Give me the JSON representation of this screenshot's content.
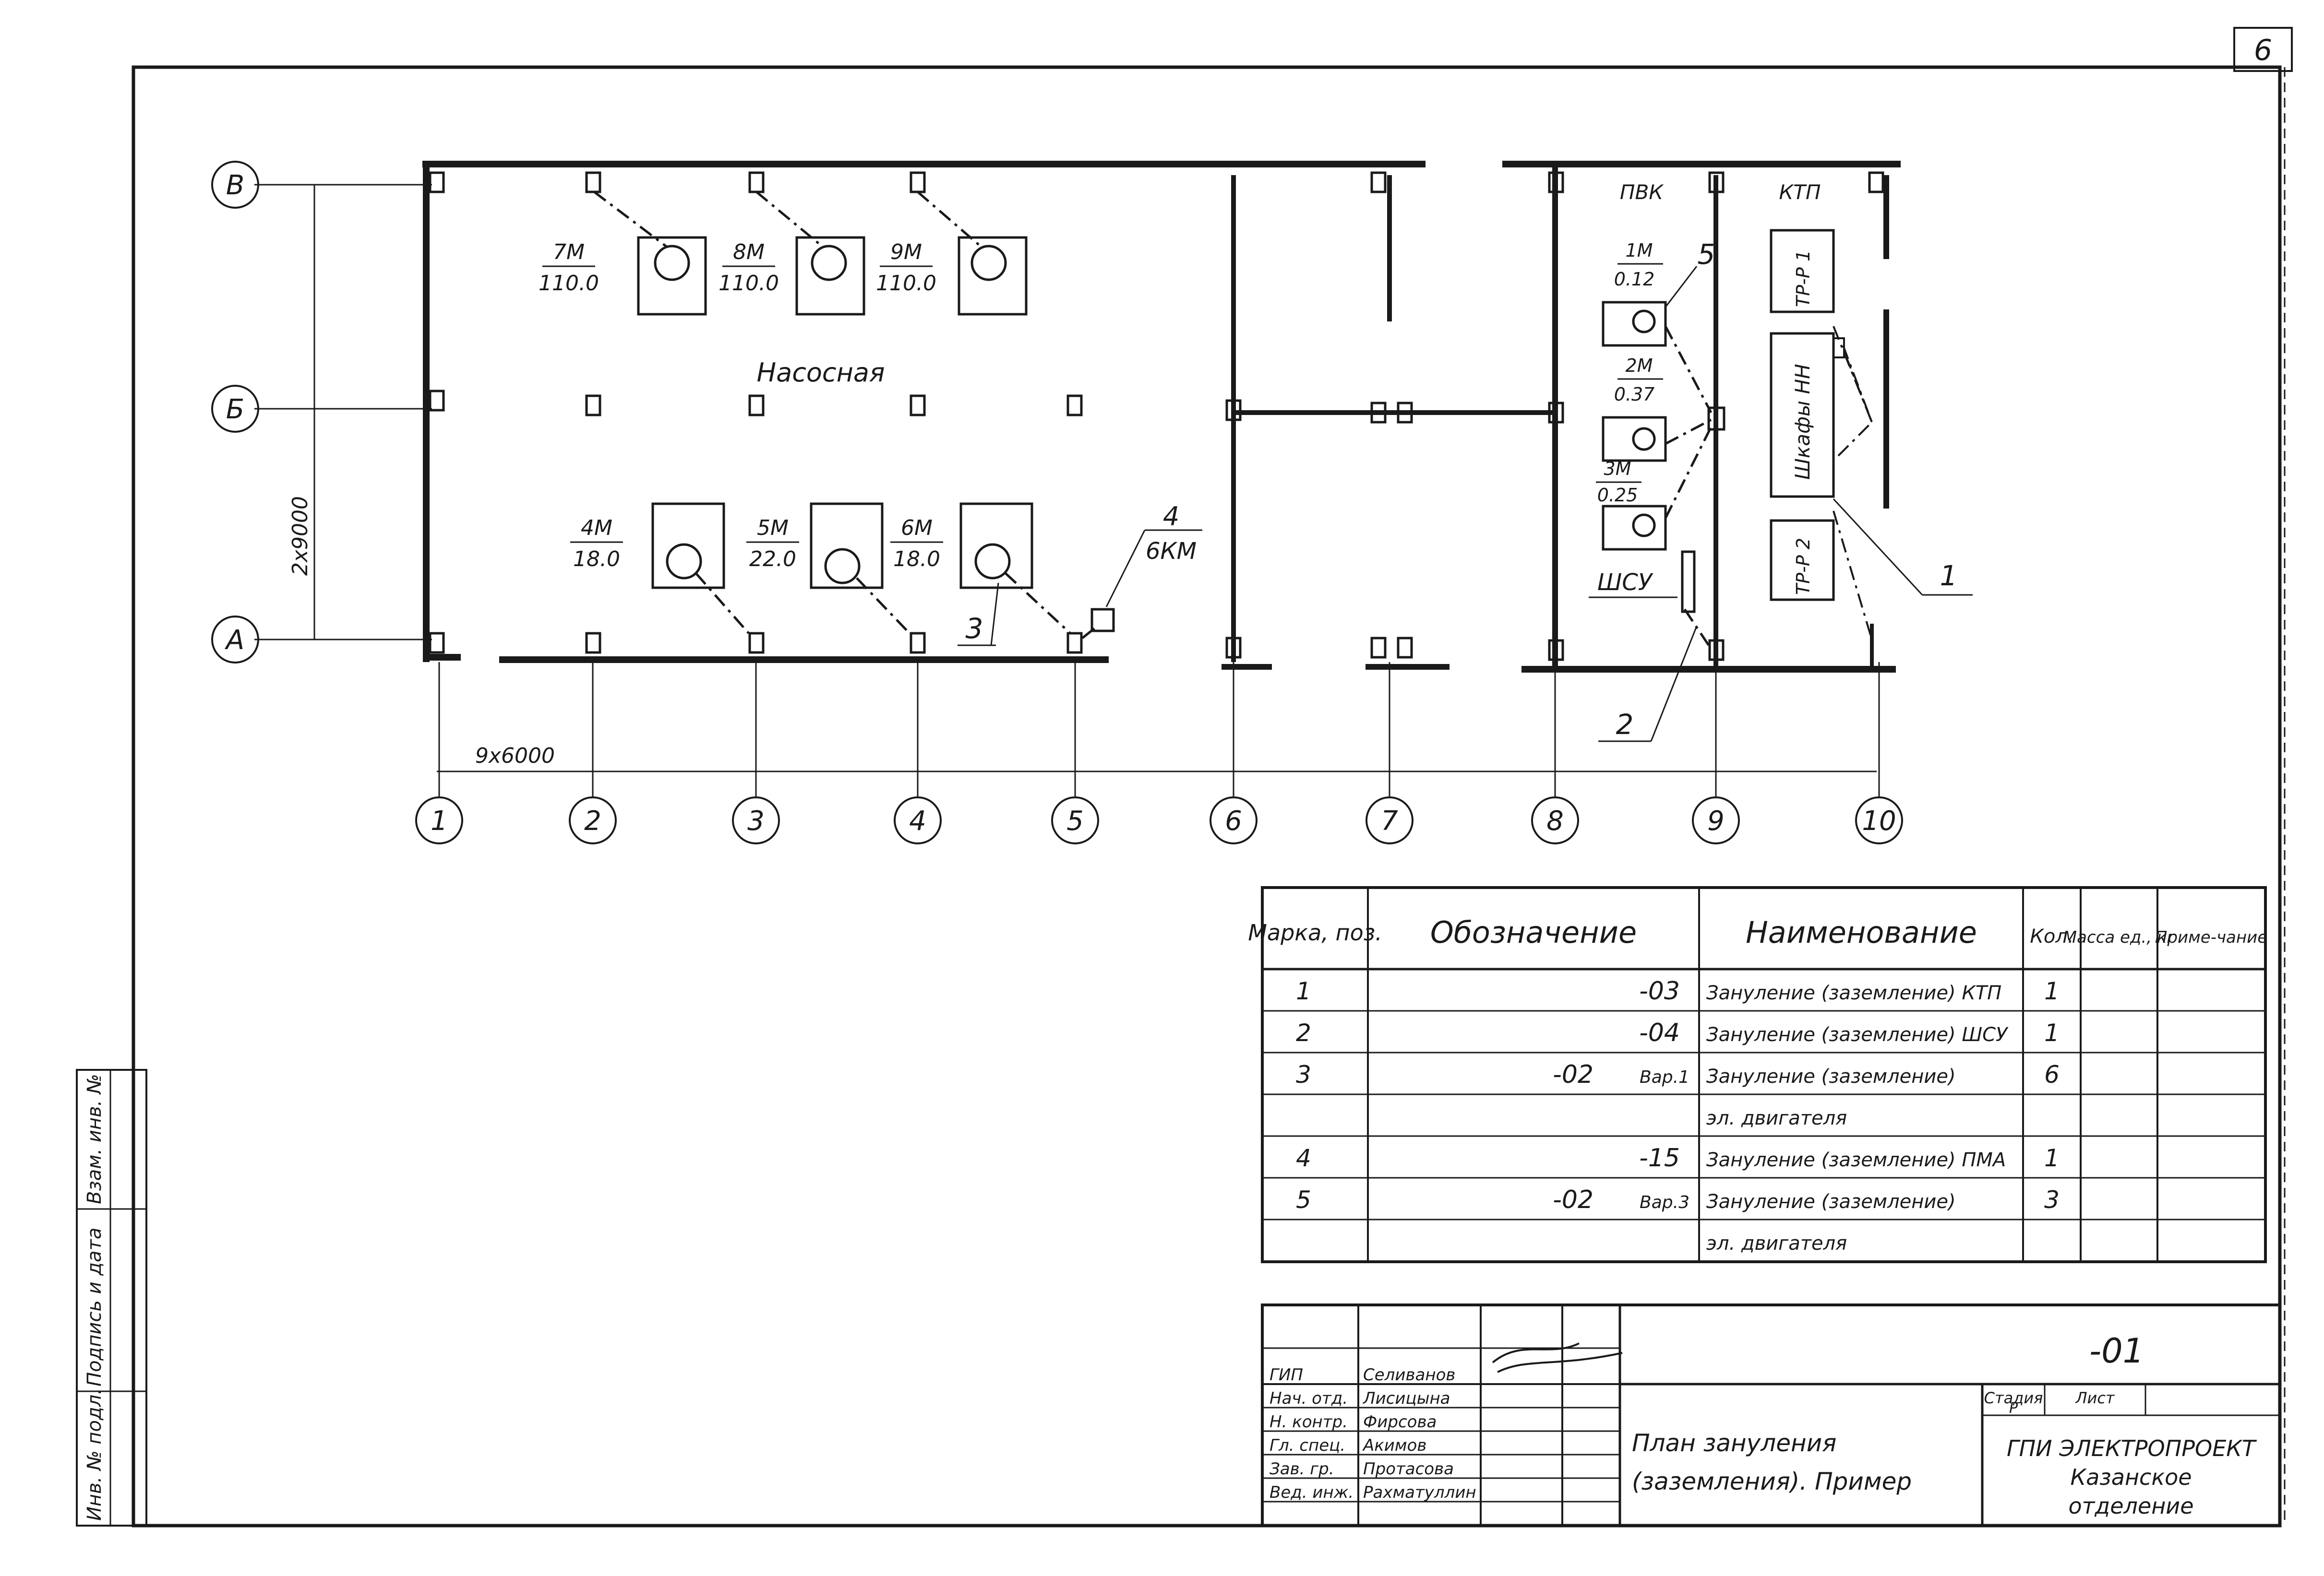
{
  "sheet": {
    "number": "6"
  },
  "plan": {
    "room_pump": "Насосная",
    "room_pvk": "ПВК",
    "room_ktp": "КТП",
    "dim_rows": "2x9000",
    "dim_cols": "9x6000",
    "rows": [
      "В",
      "Б",
      "А"
    ],
    "cols": [
      "1",
      "2",
      "3",
      "4",
      "5",
      "6",
      "7",
      "8",
      "9",
      "10"
    ],
    "motors_top": [
      {
        "name": "7М",
        "power": "110.0"
      },
      {
        "name": "8М",
        "power": "110.0"
      },
      {
        "name": "9М",
        "power": "110.0"
      }
    ],
    "motors_bottom": [
      {
        "name": "4М",
        "power": "18.0"
      },
      {
        "name": "5М",
        "power": "22.0"
      },
      {
        "name": "6М",
        "power": "18.0"
      }
    ],
    "motors_pvk": [
      {
        "name": "1М",
        "power": "0.12"
      },
      {
        "name": "2М",
        "power": "0.37"
      },
      {
        "name": "3М",
        "power": "0.25"
      }
    ],
    "starter": {
      "pos": "4",
      "name": "6КМ"
    },
    "shsu": "ШСУ",
    "cabinets": "Шкафы НН",
    "transformer_1": "ТР-Р 1",
    "transformer_2": "ТР-Р 2",
    "callouts": [
      "1",
      "2",
      "3",
      "5"
    ]
  },
  "spec": {
    "headers": [
      "Марка, поз.",
      "Обозначение",
      "Наименование",
      "Кол.",
      "Масса ед., кг",
      "Приме-чание"
    ],
    "rows": [
      {
        "pos": "1",
        "code": "-03",
        "variant": "",
        "name": "Зануление (заземление) КТП",
        "qty": "1"
      },
      {
        "pos": "2",
        "code": "-04",
        "variant": "",
        "name": "Зануление (заземление) ШСУ",
        "qty": "1"
      },
      {
        "pos": "3",
        "code": "-02",
        "variant": "Вар.1",
        "name": "Зануление (заземление)",
        "qty": "6"
      },
      {
        "pos": "",
        "code": "",
        "variant": "",
        "name": "эл. двигателя",
        "qty": ""
      },
      {
        "pos": "4",
        "code": "-15",
        "variant": "",
        "name": "Зануление (заземление) ПМА",
        "qty": "1"
      },
      {
        "pos": "5",
        "code": "-02",
        "variant": "Вар.3",
        "name": "Зануление (заземление)",
        "qty": "3"
      },
      {
        "pos": "",
        "code": "",
        "variant": "",
        "name": "эл. двигателя",
        "qty": ""
      }
    ]
  },
  "title_block": {
    "doc_code": "-01",
    "roles": [
      "ГИП",
      "Нач. отд.",
      "Н. контр.",
      "Гл. спец.",
      "Зав. гр.",
      "Вед. инж."
    ],
    "names": [
      "Селиванов",
      "Лисицына",
      "Фирсова",
      "Акимов",
      "Протасова",
      "Рахматуллин"
    ],
    "title": [
      "План зануления",
      "(заземления). Пример"
    ],
    "stage_label": "Стадия",
    "sheet_label": "Лист",
    "stage": "Р",
    "org": [
      "ГПИ ЭЛЕКТРОПРОЕКТ",
      "Казанское",
      "отделение"
    ]
  },
  "side_stamp": {
    "inv": "Инв. № подл.",
    "sign": "Подпись и дата",
    "inv2": "Взам. инв. №"
  }
}
